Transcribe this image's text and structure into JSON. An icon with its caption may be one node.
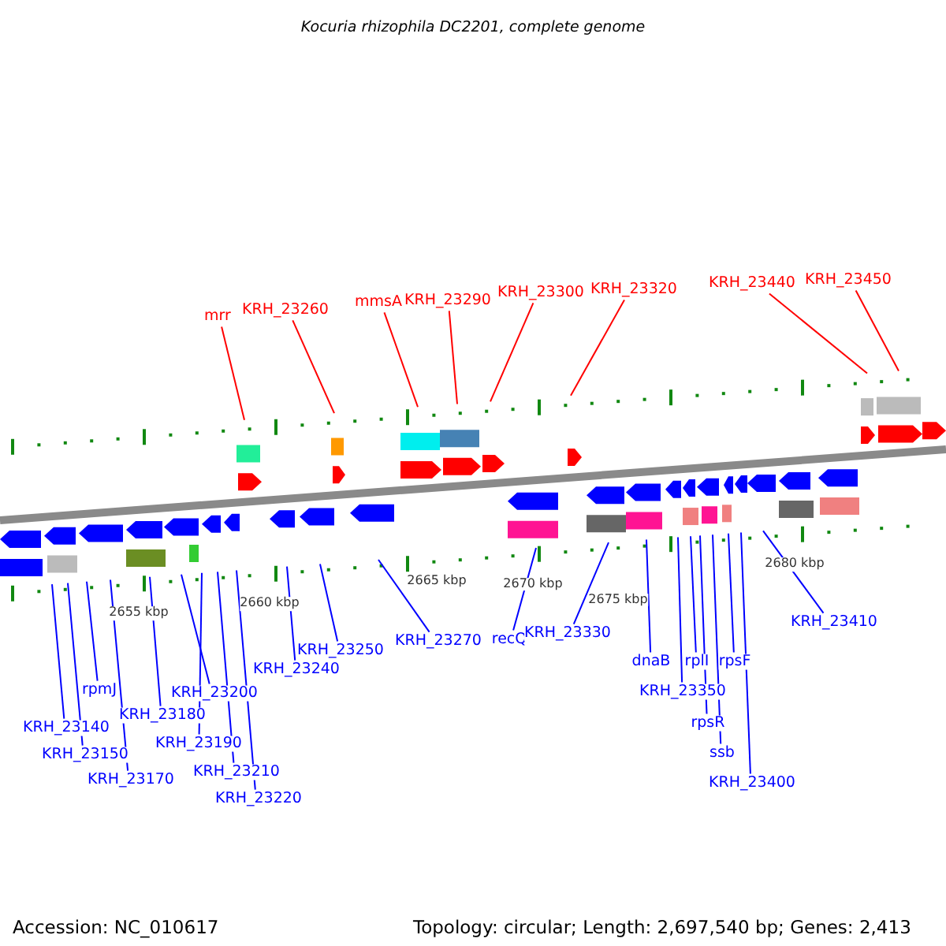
{
  "diagram": {
    "title": "Kocuria rhizophila DC2201, complete genome",
    "nodes": [
      {
        "text": [
          "KRH_23140"
        ]
      },
      {
        "text": [
          "KRH_23150"
        ]
      },
      {
        "text": [
          "rpmJ"
        ]
      },
      {
        "text": [
          "KRH_23170"
        ]
      },
      {
        "text": [
          "KRH_23180"
        ]
      },
      {
        "text": [
          "KRH_23200"
        ]
      },
      {
        "text": [
          "KRH_23190"
        ]
      },
      {
        "text": [
          "KRH_23210"
        ]
      },
      {
        "text": [
          "KRH_23220"
        ]
      },
      {
        "text": [
          "mrr"
        ]
      },
      {
        "text": [
          "KRH_23240"
        ]
      },
      {
        "text": [
          "KRH_23250"
        ]
      },
      {
        "text": [
          "KRH_23260"
        ]
      },
      {
        "text": [
          "mmsA"
        ]
      },
      {
        "text": [
          "KRH_23270"
        ]
      },
      {
        "text": [
          "KRH_23290"
        ]
      },
      {
        "text": [
          "KRH_23300"
        ]
      },
      {
        "text": [
          "recQ"
        ]
      },
      {
        "text": [
          "KRH_23320"
        ]
      },
      {
        "text": [
          "KRH_23330"
        ]
      },
      {
        "text": [
          "dnaB"
        ]
      },
      {
        "text": [
          "KRH_23350"
        ]
      },
      {
        "text": [
          "rplI"
        ]
      },
      {
        "text": [
          "rpsR"
        ]
      },
      {
        "text": [
          "ssb"
        ]
      },
      {
        "text": [
          "rpsF"
        ]
      },
      {
        "text": [
          "KRH_23400"
        ]
      },
      {
        "text": [
          "KRH_23410"
        ]
      },
      {
        "text": [
          "KRH_23440"
        ]
      },
      {
        "text": [
          "KRH_23450"
        ]
      }
    ],
    "edges": [
      {
        "from": 0,
        "to": null,
        "arrow": "none",
        "color": "#0000ff"
      },
      {
        "from": 1,
        "to": null,
        "arrow": "none",
        "color": "#0000ff"
      },
      {
        "from": 2,
        "to": null,
        "arrow": "none",
        "color": "#0000ff"
      },
      {
        "from": 3,
        "to": null,
        "arrow": "none",
        "color": "#0000ff"
      },
      {
        "from": 4,
        "to": null,
        "arrow": "none",
        "color": "#0000ff"
      },
      {
        "from": 5,
        "to": null,
        "arrow": "none",
        "color": "#0000ff"
      },
      {
        "from": 6,
        "to": null,
        "arrow": "none",
        "color": "#0000ff"
      },
      {
        "from": 7,
        "to": null,
        "arrow": "none",
        "color": "#0000ff"
      },
      {
        "from": 8,
        "to": null,
        "arrow": "none",
        "color": "#0000ff"
      },
      {
        "from": 9,
        "to": null,
        "arrow": "none",
        "color": "#ff0000"
      },
      {
        "from": 10,
        "to": null,
        "arrow": "none",
        "color": "#0000ff"
      },
      {
        "from": 11,
        "to": null,
        "arrow": "none",
        "color": "#0000ff"
      },
      {
        "from": 12,
        "to": null,
        "arrow": "none",
        "color": "#ff0000"
      },
      {
        "from": 13,
        "to": null,
        "arrow": "none",
        "color": "#ff0000"
      },
      {
        "from": 14,
        "to": null,
        "arrow": "none",
        "color": "#0000ff"
      },
      {
        "from": 15,
        "to": null,
        "arrow": "none",
        "color": "#ff0000"
      },
      {
        "from": 16,
        "to": null,
        "arrow": "none",
        "color": "#ff0000"
      },
      {
        "from": 17,
        "to": null,
        "arrow": "none",
        "color": "#0000ff"
      },
      {
        "from": 18,
        "to": null,
        "arrow": "none",
        "color": "#ff0000"
      },
      {
        "from": 19,
        "to": null,
        "arrow": "none",
        "color": "#0000ff"
      },
      {
        "from": 20,
        "to": null,
        "arrow": "none",
        "color": "#0000ff"
      },
      {
        "from": 21,
        "to": null,
        "arrow": "none",
        "color": "#0000ff"
      },
      {
        "from": 22,
        "to": null,
        "arrow": "none",
        "color": "#0000ff"
      },
      {
        "from": 23,
        "to": null,
        "arrow": "none",
        "color": "#0000ff"
      },
      {
        "from": 24,
        "to": null,
        "arrow": "none",
        "color": "#0000ff"
      },
      {
        "from": 25,
        "to": null,
        "arrow": "none",
        "color": "#0000ff"
      },
      {
        "from": 26,
        "to": null,
        "arrow": "none",
        "color": "#0000ff"
      },
      {
        "from": 27,
        "to": null,
        "arrow": "none",
        "color": "#0000ff"
      },
      {
        "from": 28,
        "to": null,
        "arrow": "none",
        "color": "#ff0000"
      },
      {
        "from": 29,
        "to": null,
        "arrow": "none",
        "color": "#ff0000"
      }
    ],
    "labels": [
      "2655 kbp",
      "2660 kbp",
      "2665 kbp",
      "2670 kbp",
      "2675 kbp",
      "2680 kbp",
      "Accession: NC_010617",
      "Topology: circular; Length: 2,697,540 bp; Genes: 2,413"
    ]
  }
}
